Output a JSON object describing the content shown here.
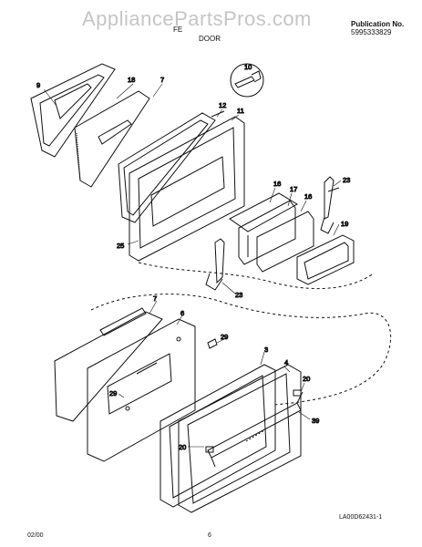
{
  "watermark": "AppliancePartsPros.com",
  "header": {
    "model": "FE",
    "section": "DOOR",
    "publication_label": "Publication No.",
    "publication_number": "5995333829"
  },
  "callouts": {
    "c9": "9",
    "c18": "18",
    "c7a": "7",
    "c10": "10",
    "c12": "12",
    "c11": "11",
    "c16a": "16",
    "c17": "17",
    "c16b": "16",
    "c23a": "23",
    "c19": "19",
    "c25": "25",
    "c23b": "23",
    "c7b": "7",
    "c6": "6",
    "c29a": "29",
    "c3": "3",
    "c4": "4",
    "c20a": "20",
    "c29b": "29",
    "c39": "39",
    "c20b": "20"
  },
  "footer": {
    "date": "02/00",
    "page": "6",
    "drawing_id": "LA00D62431-1"
  }
}
